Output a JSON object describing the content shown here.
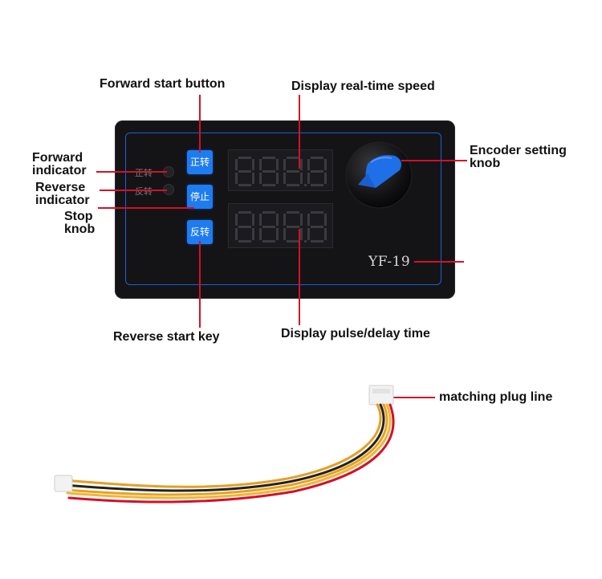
{
  "labels": {
    "forward_start_button": "Forward start button",
    "display_speed": "Display real-time speed",
    "forward_indicator": "Forward indicator",
    "reverse_indicator": "Reverse indicator",
    "stop_knob": "Stop knob",
    "encoder_knob": "Encoder setting knob",
    "reverse_start_key": "Reverse start key",
    "display_pulse": "Display pulse/delay time",
    "plug_line": "matching plug line"
  },
  "panel": {
    "forward_text": "正转",
    "reverse_text": "反转",
    "btn_forward": "正转",
    "btn_stop": "停止",
    "btn_reverse": "反转",
    "model": "YF-19"
  },
  "colors": {
    "button": "#1e7cf0",
    "panel": "#141416",
    "leader_line": "#d4102a",
    "border_accent": "#1e5fd6"
  }
}
